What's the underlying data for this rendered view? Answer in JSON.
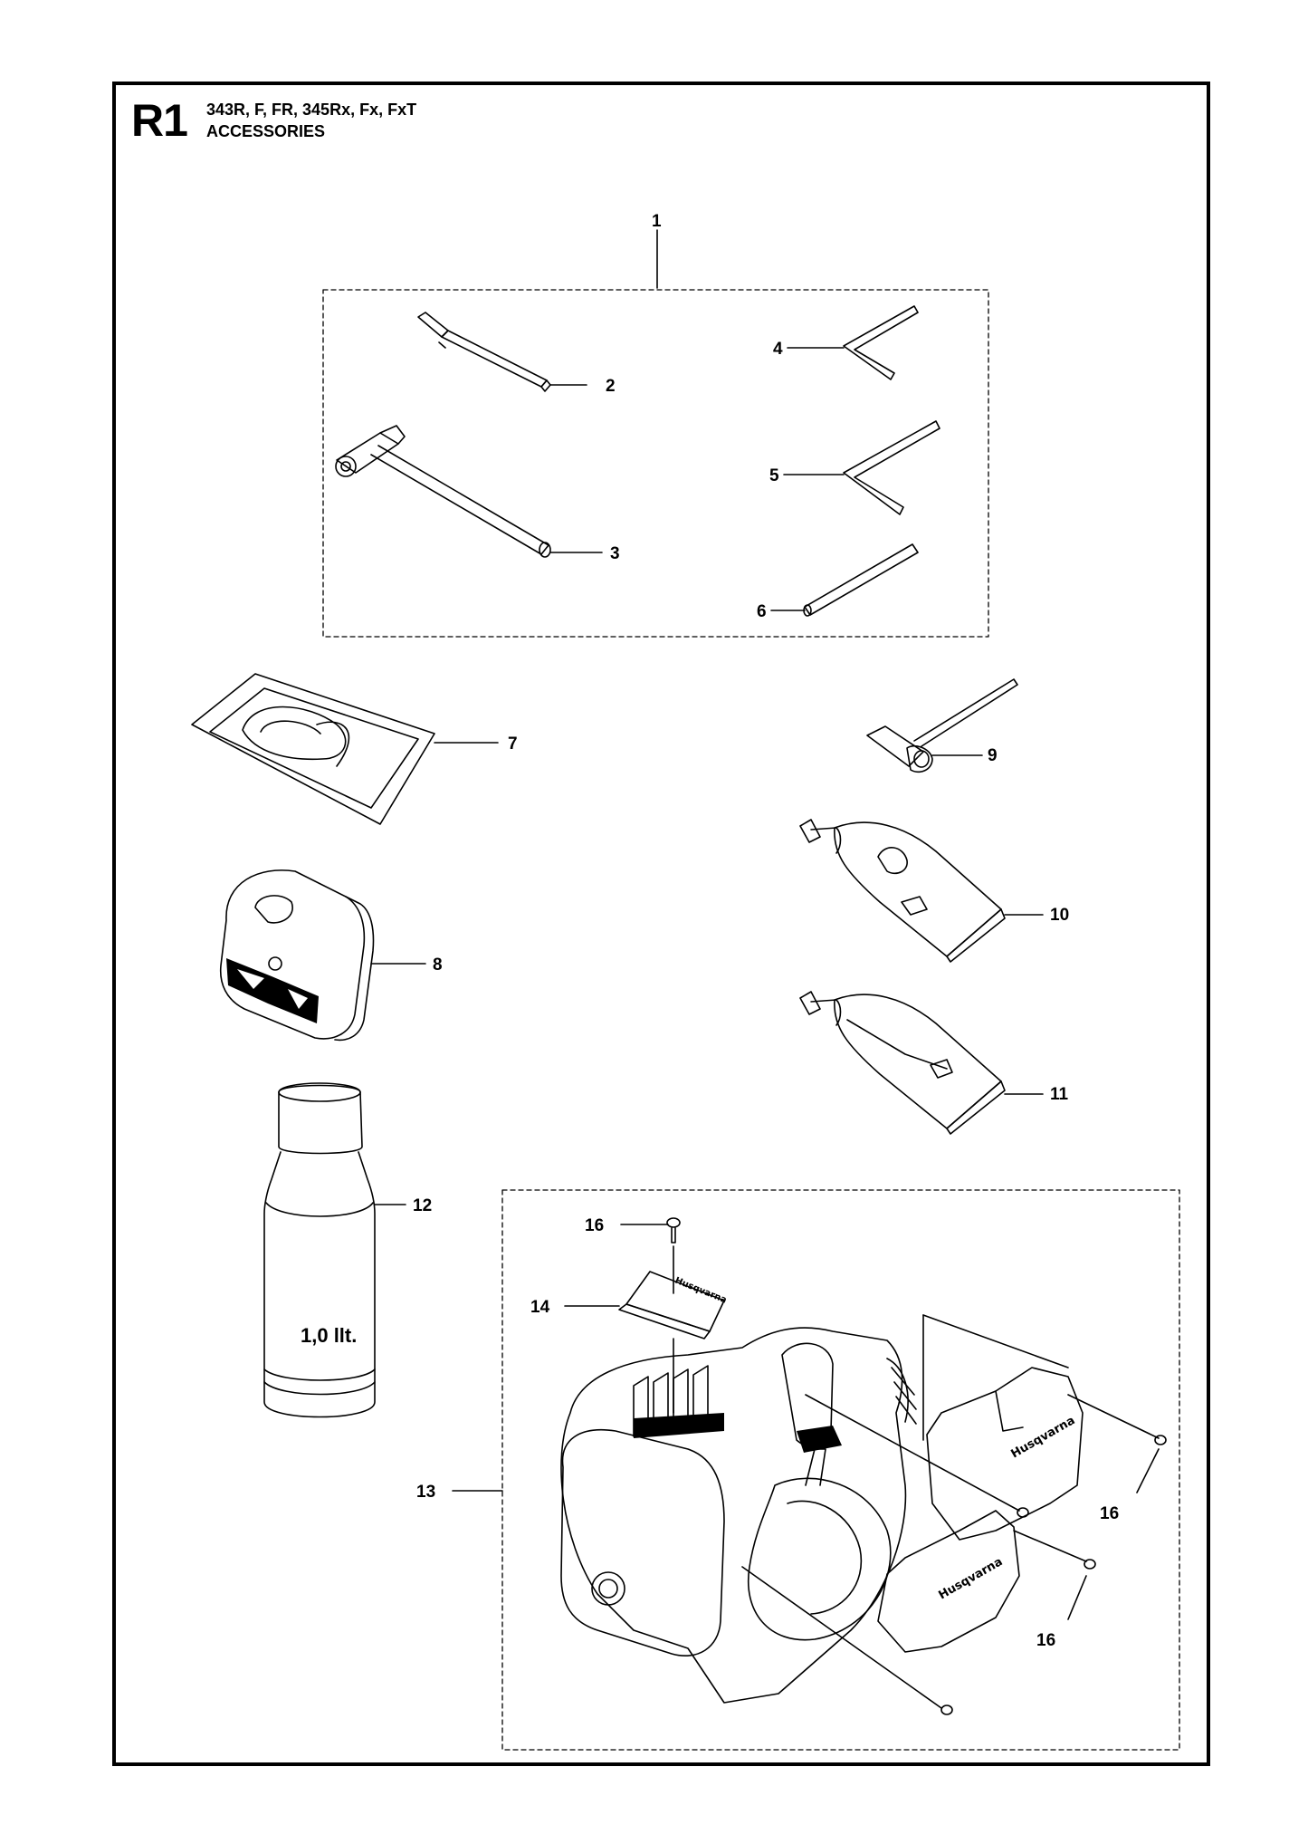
{
  "header": {
    "code": "R1",
    "models": "343R, F, FR, 345Rx, Fx, FxT",
    "section": "ACCESSORIES"
  },
  "callouts": {
    "c1": "1",
    "c2": "2",
    "c3": "3",
    "c4": "4",
    "c5": "5",
    "c6": "6",
    "c7": "7",
    "c8": "8",
    "c9": "9",
    "c10": "10",
    "c11": "11",
    "c12": "12",
    "c13": "13",
    "c14": "14",
    "c16a": "16",
    "c16b": "16",
    "c16c": "16"
  },
  "bottle_label": "1,0 llt.",
  "brand_marks": [
    "Husqvarna",
    "Husqvarna",
    "Husqvarna"
  ]
}
